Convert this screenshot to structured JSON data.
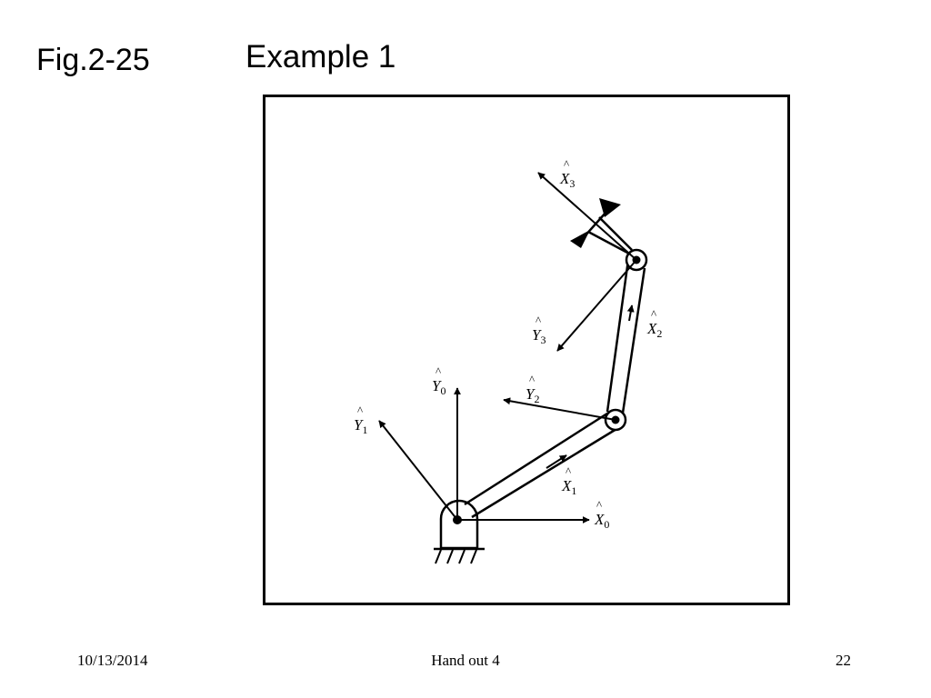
{
  "slide": {
    "fig_label": "Fig.2-25",
    "title": "Example 1"
  },
  "diagram": {
    "frames": [
      {
        "letter": "X",
        "sub": "0"
      },
      {
        "letter": "Y",
        "sub": "0"
      },
      {
        "letter": "X",
        "sub": "1"
      },
      {
        "letter": "Y",
        "sub": "1"
      },
      {
        "letter": "X",
        "sub": "2"
      },
      {
        "letter": "Y",
        "sub": "2"
      },
      {
        "letter": "X",
        "sub": "3"
      },
      {
        "letter": "Y",
        "sub": "3"
      }
    ]
  },
  "footer": {
    "date": "10/13/2014",
    "center": "Hand out 4",
    "page": "22"
  }
}
